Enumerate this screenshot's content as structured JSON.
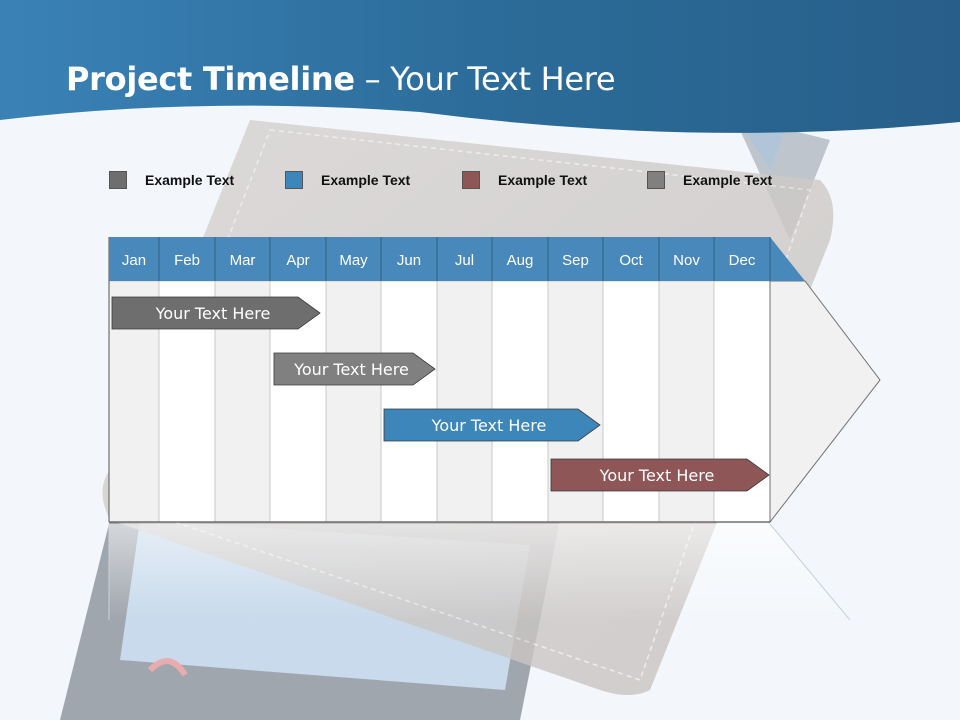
{
  "title": {
    "bold_part": "Project Timeline",
    "rest_part": " – Your Text Here"
  },
  "legend": [
    {
      "label": "Example Text",
      "color": "#6e6e6e"
    },
    {
      "label": "Example Text",
      "color": "#3d86b9"
    },
    {
      "label": "Example Text",
      "color": "#8e5656"
    },
    {
      "label": "Example Text",
      "color": "#808080"
    }
  ],
  "months": [
    "Jan",
    "Feb",
    "Mar",
    "Apr",
    "May",
    "Jun",
    "Jul",
    "Aug",
    "Sep",
    "Oct",
    "Nov",
    "Dec"
  ],
  "tasks": [
    {
      "label": "Your  Text Here",
      "color": "#6e6e6e"
    },
    {
      "label": "Your  Text Here",
      "color": "#808080"
    },
    {
      "label": "Your  Text Here",
      "color": "#3d86b9"
    },
    {
      "label": "Your  Text Here",
      "color": "#8e5656"
    }
  ],
  "colors": {
    "header_band": "#2d6d9a",
    "month_header": "#4888bb",
    "shaded_column": "#f1f1f1",
    "white_column": "#ffffff"
  }
}
